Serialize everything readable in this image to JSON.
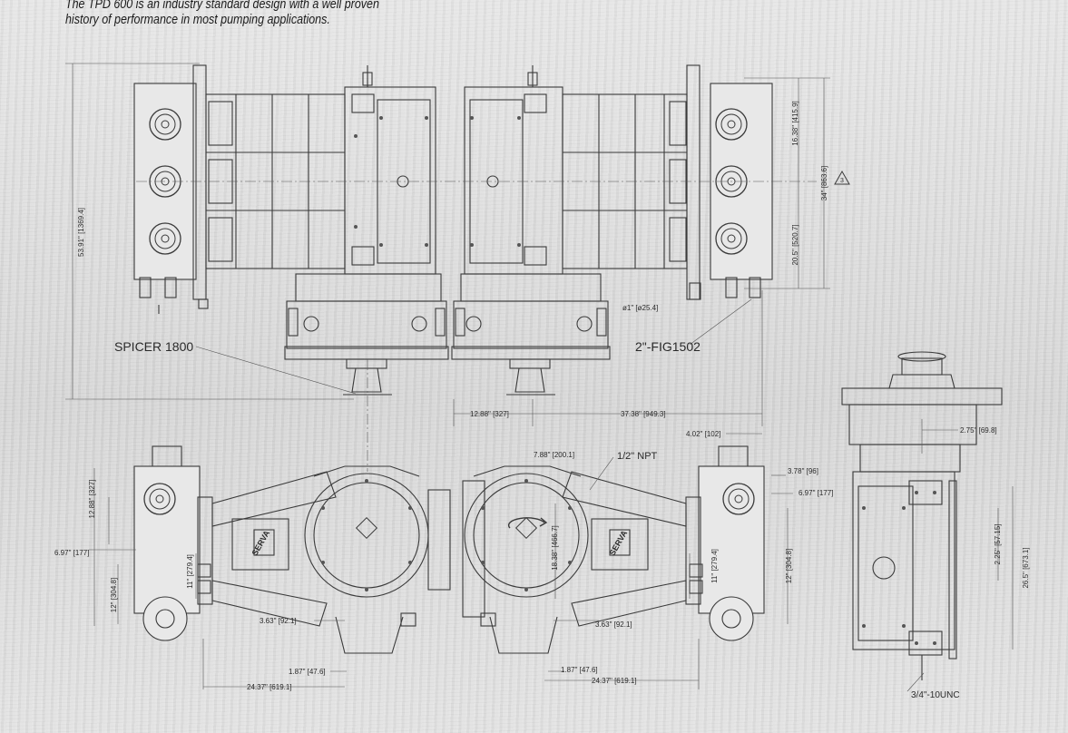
{
  "caption": {
    "line1": "The TPD 600 is an industry standard design with a well proven",
    "line2": "history of performance in most pumping applications."
  },
  "labels": {
    "spicer": "SPICER 1800",
    "fig1502": "2\"-FIG1502",
    "npt": "1/2\" NPT",
    "unc": "3/4\"-10UNC",
    "brand": "SERVA"
  },
  "dimensions": {
    "d1": "53.91\" [1369.4]",
    "d2": "16.38\" [415.9]",
    "d3": "34\" [863.6]",
    "d4": "20.5\" [520.7]",
    "d5": "ø1\" [ø25.4]",
    "d6": "12.88\" [327]",
    "d7": "37.38\" [949.3]",
    "d8": "4.02\" [102]",
    "d9": "7.88\" [200.1]",
    "d10": "3.78\" [96]",
    "d11": "6.97\" [177]",
    "d12": "12.88\" [327]",
    "d13": "6.97\" [177]",
    "d14": "12\" [304.8]",
    "d15": "11\" [279.4]",
    "d16": "18.38\" [466.7]",
    "d17": "11\" [279.4]",
    "d18": "12\" [304.8]",
    "d19": "3.63\" [92.1]",
    "d20": "3.63\" [92.1]",
    "d21": "1.87\" [47.6]",
    "d22": "1.87\" [47.6]",
    "d23": "24.37\" [619.1]",
    "d24": "24.37\" [619.1]",
    "d25": "2.75\" [69.8]",
    "d26": "2.25\" [57.15]",
    "d27": "26.5\" [673.1]"
  },
  "icons": [
    "warning-triangle-icon",
    "rotation-arrow-icon"
  ],
  "colors": {
    "line": "#3a3a3a",
    "background": "#dedede"
  }
}
